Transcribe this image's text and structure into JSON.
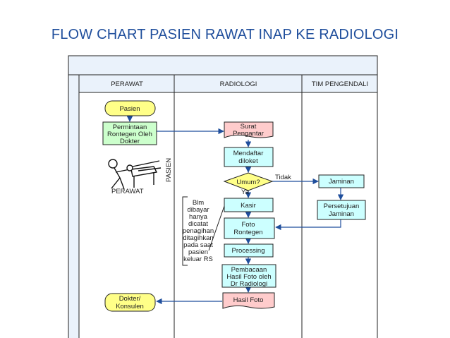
{
  "title": "FLOW CHART PASIEN RAWAT INAP KE RADIOLOGI",
  "lanes": {
    "perawat": "PERAWAT",
    "radiologi": "RADIOLOGI",
    "tim": "TIM PENGENDALI"
  },
  "nodes": {
    "pasien": "Pasien",
    "permintaan": [
      "Permintaan",
      "Rontegen Oleh",
      "Dokter"
    ],
    "surat": [
      "Surat",
      "Pengantar"
    ],
    "mendaftar": [
      "Mendaftar",
      "diloket"
    ],
    "umum": "Umum?",
    "kasir": "Kasir",
    "foto": [
      "Foto",
      "Rontegen"
    ],
    "processing": "Processing",
    "pembacaan": [
      "Pembacaan",
      "Hasil Foto oleh",
      "Dr Radiologi"
    ],
    "hasil_foto": "Hasil Foto",
    "dokter": [
      "Dokter/",
      "Konsulen"
    ],
    "jaminan": "Jaminan",
    "persetujuan": [
      "Persetujuan",
      "Jaminan"
    ]
  },
  "edge_labels": {
    "tidak": "Tidak",
    "ya": "Ya"
  },
  "illustration": {
    "pasien_vertical": "PASIEN",
    "perawat_label": "PERAWAT"
  },
  "note": [
    "Blm",
    "dibayar",
    "hanya",
    "dicatat",
    "penagihan",
    "ditagihkan",
    "pada saat",
    "pasien",
    "keluar RS"
  ],
  "colors": {
    "title": "#1f4e9c",
    "yellow_node": "#ffff88",
    "green_node": "#ccffcc",
    "blue_node": "#ccffff",
    "pink_node": "#ffcccc",
    "header_fill": "#eaf2fb",
    "flow_line": "#1f4e9c"
  }
}
